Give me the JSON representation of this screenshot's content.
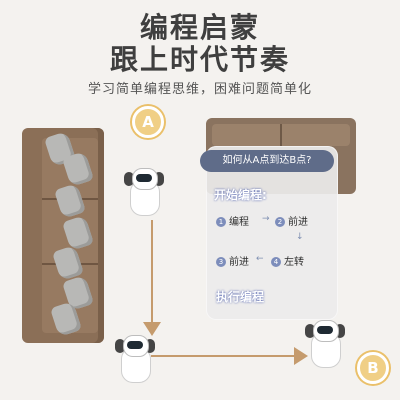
{
  "title_line1": "编程启蒙",
  "title_line2": "跟上时代节奏",
  "subtitle": "学习简单编程思维，困难问题简单化",
  "markers": {
    "a": "A",
    "b": "B"
  },
  "panel": {
    "question": "如何从A点到达B点?",
    "start_label": "开始编程:",
    "steps": [
      {
        "num": "1",
        "text": "编程"
      },
      {
        "num": "2",
        "text": "前进"
      },
      {
        "num": "3",
        "text": "前进"
      },
      {
        "num": "4",
        "text": "左转"
      }
    ],
    "execute": "执行编程"
  },
  "colors": {
    "title": "#3f3f3f",
    "sofa": "#8b6f57",
    "path": "#c59b6d",
    "panel_accent": "#7d8dbb",
    "badge": "#f0cf86"
  }
}
